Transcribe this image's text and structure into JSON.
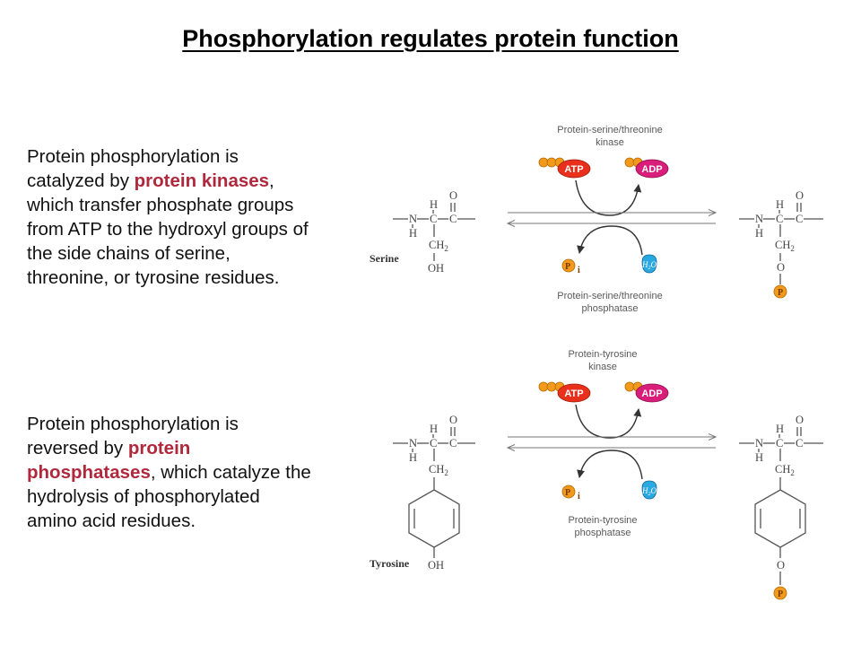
{
  "title": "Phosphorylation regulates protein function",
  "paragraph1": {
    "part1": "Protein phosphorylation is catalyzed by ",
    "highlight": "protein kinases",
    "part2": ", which transfer phosphate groups from ATP to the hydroxyl groups of the side chains of serine, threonine, or tyrosine residues."
  },
  "paragraph2": {
    "part1": "Protein phosphorylation is reversed by ",
    "highlight": "protein phosphatases",
    "part2": ", which catalyze the hydrolysis of phosphorylated amino acid residues."
  },
  "diagram": {
    "serine": {
      "name": "Serine",
      "kinase_line1": "Protein-serine/threonine",
      "kinase_line2": "kinase",
      "phosphatase_line1": "Protein-serine/threonine",
      "phosphatase_line2": "phosphatase"
    },
    "tyrosine": {
      "name": "Tyrosine",
      "kinase_line1": "Protein-tyrosine",
      "kinase_line2": "kinase",
      "phosphatase_line1": "Protein-tyrosine",
      "phosphatase_line2": "phosphatase"
    },
    "atp": "ATP",
    "adp": "ADP",
    "pi": "P",
    "pi_sub": "i",
    "water": "H",
    "water_sub": "2",
    "water_o": "O",
    "phosphate": "P",
    "atoms": {
      "N": "N",
      "H": "H",
      "C": "C",
      "O": "O",
      "CH": "CH",
      "CH2_sub": "2",
      "OH": "OH"
    }
  },
  "colors": {
    "highlight": "#b0283c",
    "atp": "#e8301c",
    "adp": "#d81d7a",
    "phosphate": "#f29a1c",
    "water": "#2aa8e0"
  }
}
